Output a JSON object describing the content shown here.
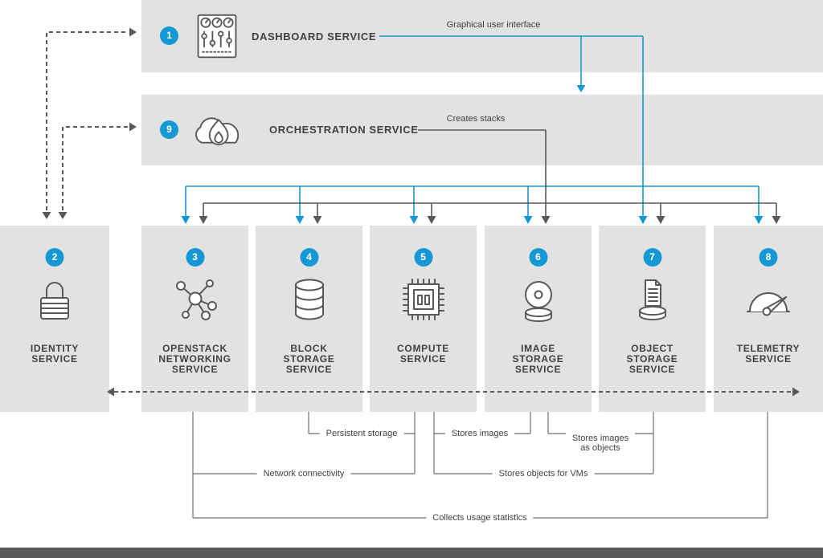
{
  "colors": {
    "band_gray": "#e2e2e2",
    "accent_blue": "#1598d4",
    "line_dark": "#58595b",
    "line_mid": "#6d6e70",
    "text_dark": "#414042",
    "footer_bar": "#58595b",
    "background": "#ffffff"
  },
  "bands": [
    {
      "number": "1",
      "label": "DASHBOARD SERVICE",
      "annotation": "Graphical user interface",
      "icon": "dashboard-panel"
    },
    {
      "number": "9",
      "label": "ORCHESTRATION SERVICE",
      "annotation": "Creates stacks",
      "icon": "cloud-flame"
    }
  ],
  "services": [
    {
      "number": "2",
      "label": "IDENTITY\nSERVICE",
      "icon": "padlock"
    },
    {
      "number": "3",
      "label": "OPENSTACK\nNETWORKING\nSERVICE",
      "icon": "network-nodes"
    },
    {
      "number": "4",
      "label": "BLOCK\nSTORAGE\nSERVICE",
      "icon": "database-cylinders"
    },
    {
      "number": "5",
      "label": "COMPUTE\nSERVICE",
      "icon": "cpu-chip"
    },
    {
      "number": "6",
      "label": "IMAGE\nSTORAGE\nSERVICE",
      "icon": "optical-disc"
    },
    {
      "number": "7",
      "label": "OBJECT\nSTORAGE\nSERVICE",
      "icon": "document-stack"
    },
    {
      "number": "8",
      "label": "TELEMETRY\nSERVICE",
      "icon": "gauge"
    }
  ],
  "relationship_labels": {
    "persistent_storage": "Persistent storage",
    "stores_images": "Stores images",
    "stores_images_as_objects": "Stores images\nas objects",
    "network_connectivity": "Network connectivity",
    "stores_objects_for_vms": "Stores objects for VMs",
    "collects_usage_statistics": "Collects usage statistics"
  }
}
